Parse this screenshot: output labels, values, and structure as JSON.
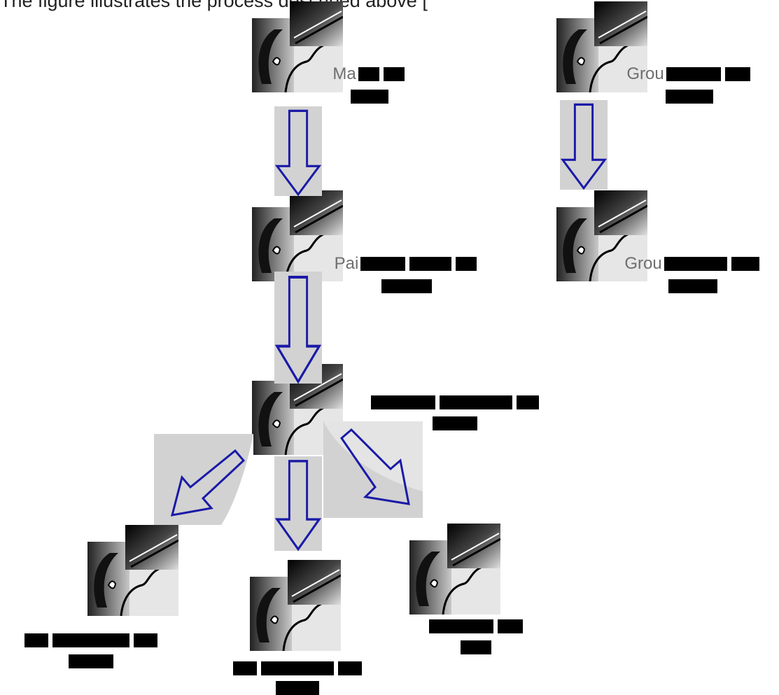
{
  "caption": "The figure illustrates the process described above [",
  "watermark": "",
  "colors": {
    "arrow": "#1a1aa8",
    "panel": "#d2d2d2",
    "bar": "#000000"
  },
  "labels": {
    "master_key": {
      "prefix": "Ma"
    },
    "group_master_key": {
      "prefix": "Grou"
    },
    "pairwise_master_key": {
      "prefix": "Pai"
    },
    "group_temporal_key": {
      "prefix": "Grou"
    },
    "pairwise_transient_key": {
      "prefix": ""
    },
    "key_confirmation_key": {
      "prefix": ""
    },
    "key_encryption_key": {
      "prefix": ""
    },
    "temporal_key": {
      "prefix": ""
    }
  }
}
